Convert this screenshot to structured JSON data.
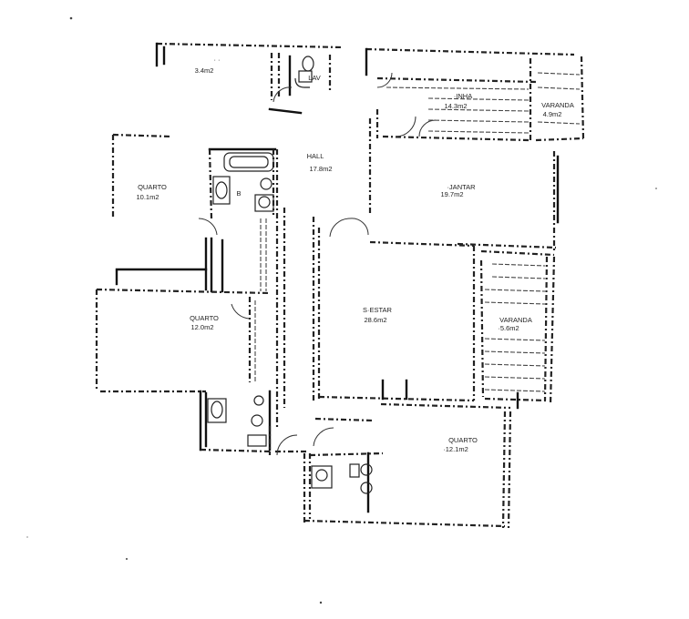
{
  "rooms": {
    "wc": {
      "name": "· ·",
      "area": "3.4m2"
    },
    "lav": {
      "name": "LAV"
    },
    "cozinha": {
      "name": "·INHA",
      "area": "14.3m2"
    },
    "varanda1": {
      "name": "VARANDA",
      "area": "4.9m2"
    },
    "hall": {
      "name": "HALL",
      "area": "17.8m2"
    },
    "quarto1": {
      "name": "QUARTO",
      "area": "10.1m2"
    },
    "jantar": {
      "name": "·JANTAR",
      "area": "19.7m2"
    },
    "quarto2": {
      "name": "QUARTO",
      "area": "12.0m2"
    },
    "estar": {
      "name": "S·ESTAR",
      "area": "28.6m2"
    },
    "varanda2": {
      "name": "VARANDA",
      "area": "·5.6m2"
    },
    "quarto3": {
      "name": "QUARTO",
      "area": "·12.1m2"
    },
    "bwc1": {
      "name": "B"
    }
  }
}
